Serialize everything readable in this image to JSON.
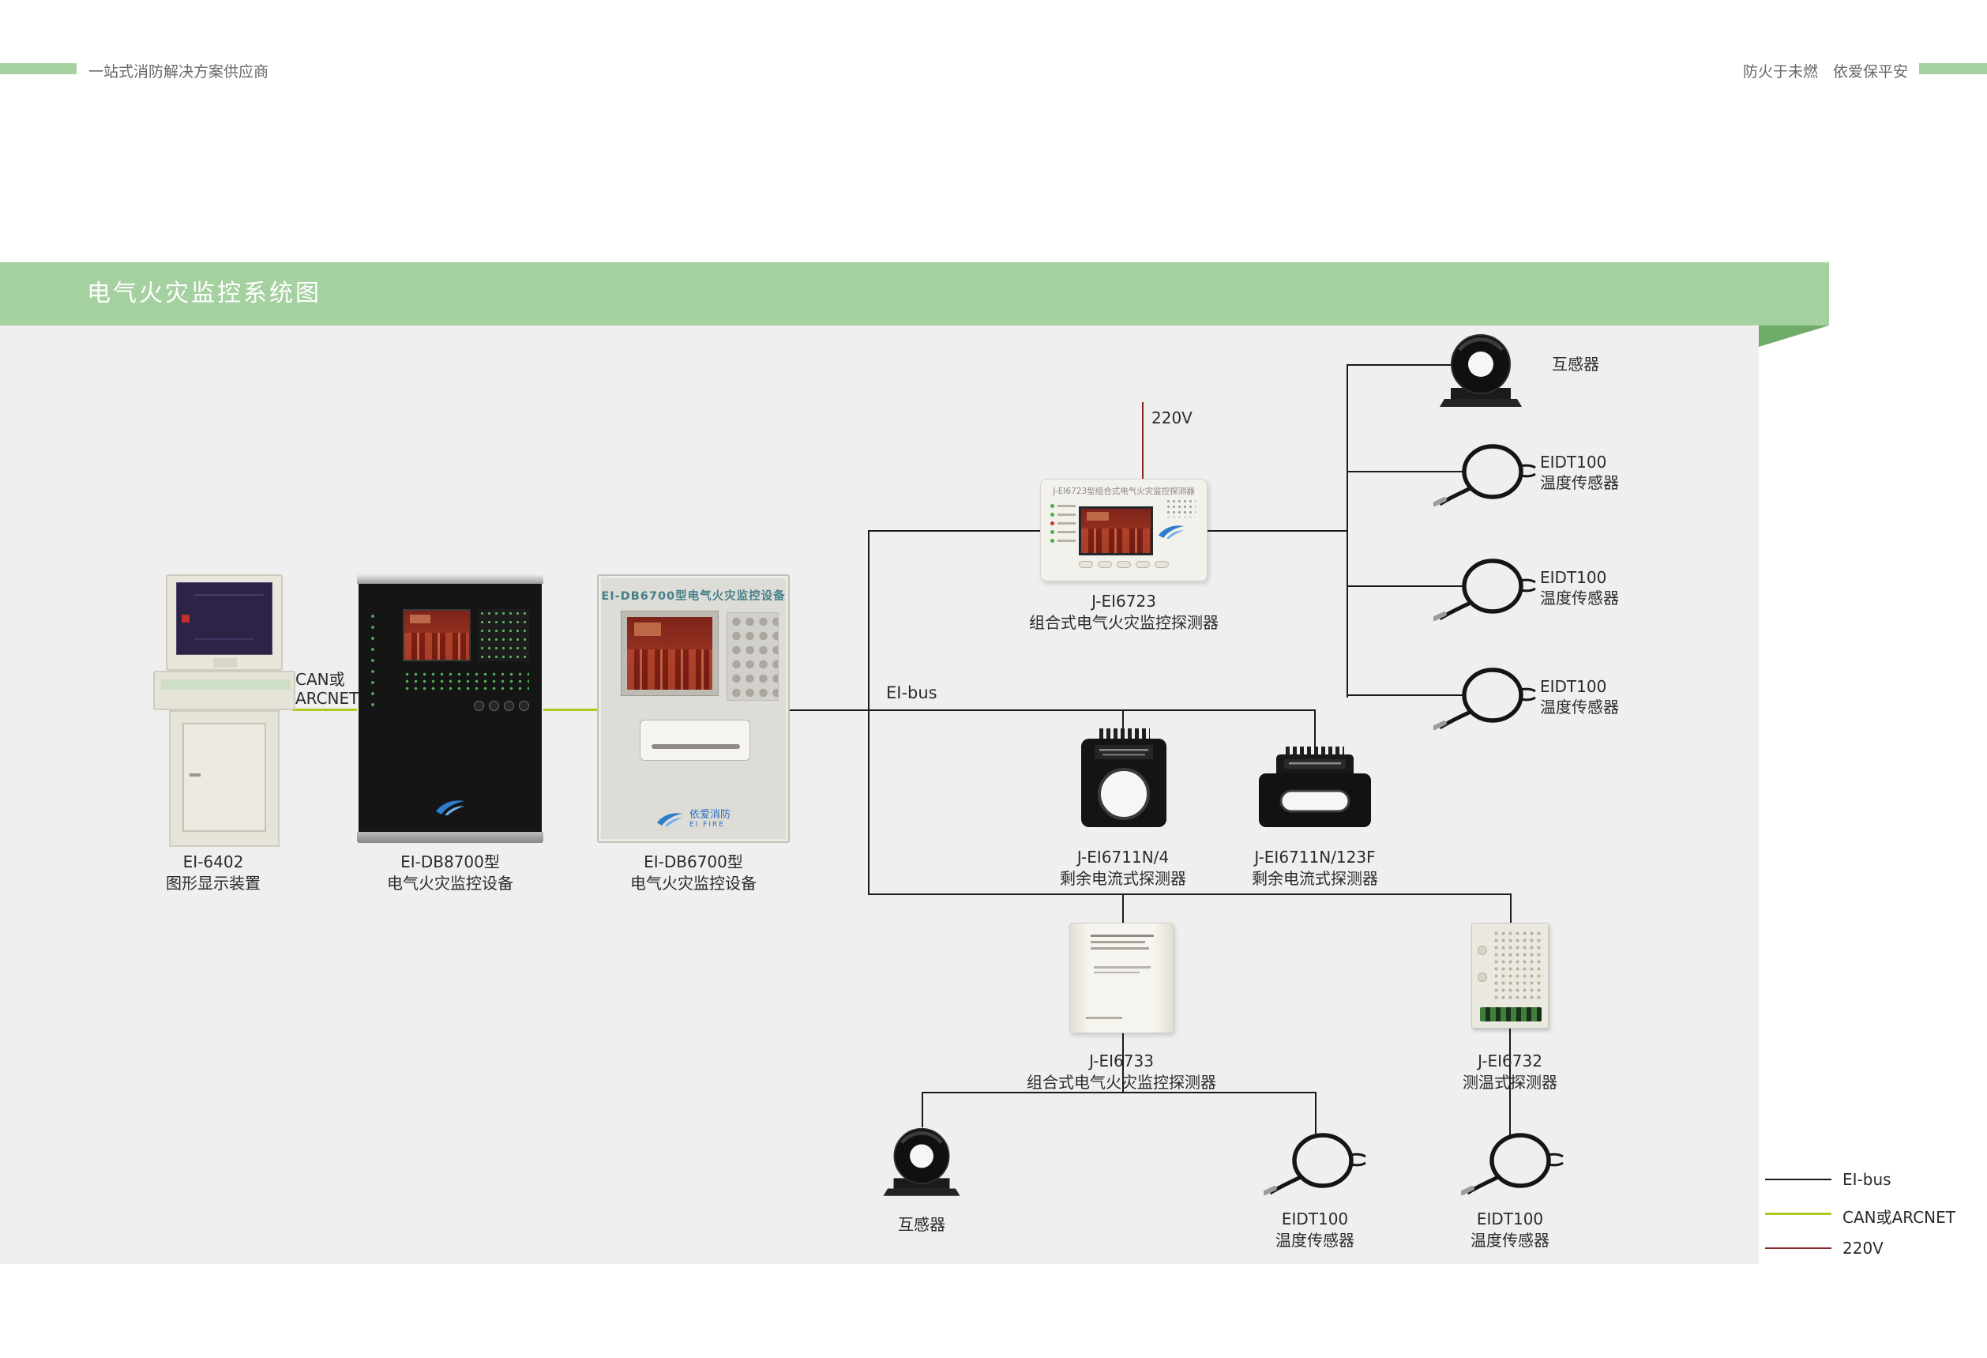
{
  "header": {
    "left_tagline": "一站式消防解决方案供应商",
    "right_tagline": "防火于未燃　依爱保平安"
  },
  "banner": {
    "title": "电气火灾监控系统图"
  },
  "connections": {
    "can_line1": "CAN或",
    "can_line2": "ARCNET",
    "eibus": "EI-bus",
    "power": "220V"
  },
  "devices": {
    "ei6402": {
      "name": "EI-6402",
      "desc": "图形显示装置"
    },
    "db8700": {
      "name": "EI-DB8700型",
      "desc": "电气火灾监控设备"
    },
    "db6700": {
      "name": "EI-DB6700型",
      "desc": "电气火灾监控设备",
      "panel_title": "EI-DB6700型电气火灾监控设备",
      "logo_text": "依爱消防",
      "logo_sub": "EI FIRE"
    },
    "ei6723": {
      "name": "J-EI6723",
      "desc": "组合式电气火灾监控探测器",
      "panel_title": "J-EI6723型组合式电气火灾监控探测器"
    },
    "transformer": {
      "name": "互感器"
    },
    "eidt100": {
      "name": "EIDT100",
      "desc": "温度传感器"
    },
    "ei6711n4": {
      "name": "J-EI6711N/4",
      "desc": "剩余电流式探测器"
    },
    "ei6711n123f": {
      "name": "J-EI6711N/123F",
      "desc": "剩余电流式探测器"
    },
    "ei6733": {
      "name": "J-EI6733",
      "desc": "组合式电气火灾监控探测器"
    },
    "ei6732": {
      "name": "J-EI6732",
      "desc": "测温式探测器"
    }
  },
  "legend": {
    "items": [
      {
        "label": "EI-bus",
        "color": "#1a1a1a"
      },
      {
        "label": "CAN或ARCNET",
        "color": "#b3c71c"
      },
      {
        "label": "220V",
        "color": "#8a2727"
      }
    ]
  },
  "colors": {
    "accent_green": "#a5d0a0",
    "fold_green": "#6fac69",
    "diagram_bg": "#efefef",
    "bus": "#1a1a1a",
    "can": "#b3c71c",
    "power": "#8a2727"
  }
}
